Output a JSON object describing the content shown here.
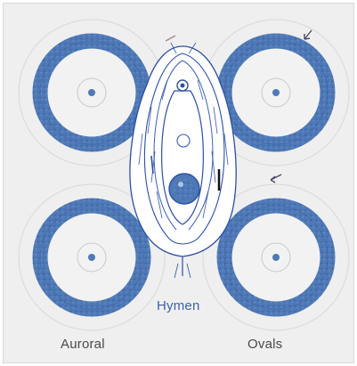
{
  "labels": {
    "hymen": "Hymen",
    "auroral": "Auroral",
    "ovals": "Ovals"
  },
  "colors": {
    "ring": "#4f79b6",
    "ring_dark": "#2f5a99",
    "ink": "#2d4fa3",
    "background": "#efefef"
  }
}
